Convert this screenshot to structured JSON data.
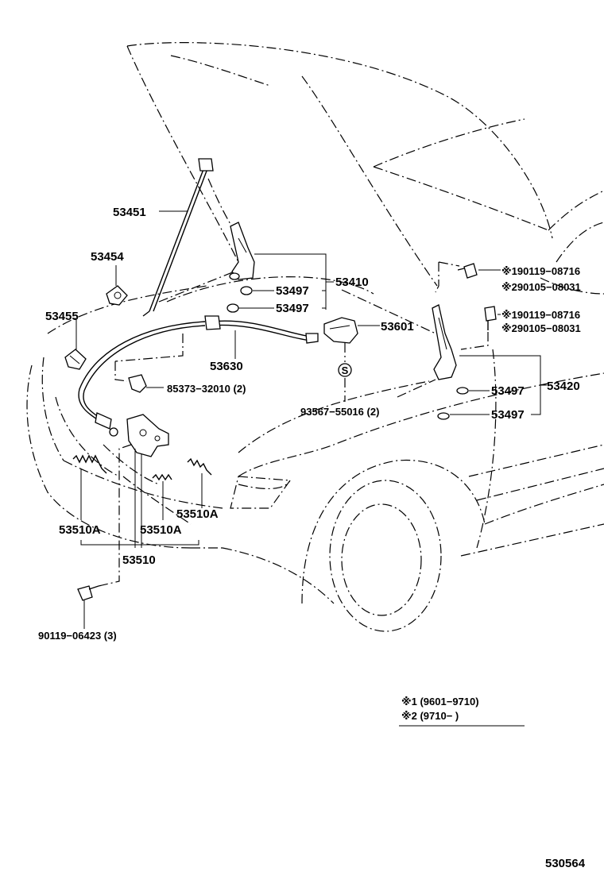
{
  "parts": {
    "p53451": "53451",
    "p53454": "53454",
    "p53455": "53455",
    "p53410": "53410",
    "p53497_a": "53497",
    "p53497_b": "53497",
    "p53630": "53630",
    "p85373": "85373−32010 (2)",
    "p53601": "53601",
    "p93567": "93567−55016 (2)",
    "s_circle": "S",
    "p53420": "53420",
    "p53497_c": "53497",
    "p53497_d": "53497",
    "p90119_08716_a": "※190119−08716",
    "p90105_08031_a": "※290105−08031",
    "p90119_08716_b": "※190119−08716",
    "p90105_08031_b": "※290105−08031",
    "p53510A_a": "53510A",
    "p53510A_b": "53510A",
    "p53510A_c": "53510A",
    "p53510": "53510",
    "p90119_06423": "90119−06423 (3)"
  },
  "legend": {
    "row1": "※1  (9601−9710)",
    "row2": "※2  (9710−        )"
  },
  "figure_number": "530564"
}
